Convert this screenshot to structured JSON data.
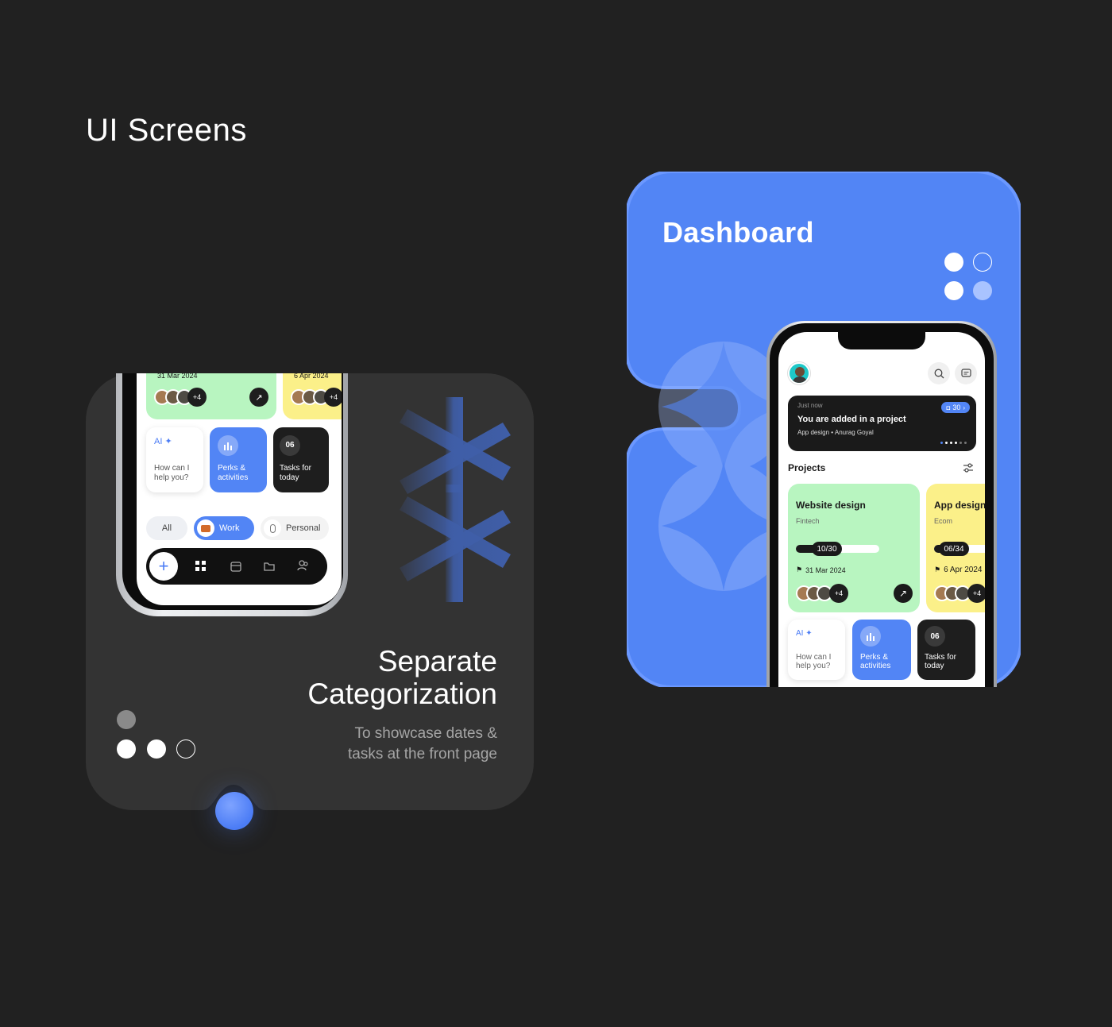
{
  "page": {
    "title": "UI Screens"
  },
  "left_card": {
    "title": "Separate Categorization",
    "title_line1": "Separate",
    "title_line2": "Categorization",
    "subtitle_line1": "To showcase dates &",
    "subtitle_line2": "tasks at the front page",
    "phone": {
      "project_dates": [
        "31 Mar 2024",
        "6 Apr 2024"
      ],
      "extra_members": "+4",
      "tiles": {
        "ai_label": "AI",
        "ai_text_1": "How can I",
        "ai_text_2": "help you?",
        "perks_1": "Perks &",
        "perks_2": "activities",
        "tasks_count": "06",
        "tasks_1": "Tasks for",
        "tasks_2": "today"
      },
      "chips": {
        "all": "All",
        "work": "Work",
        "personal": "Personal"
      },
      "nav_icons": [
        "plus-icon",
        "dashboard-icon",
        "calendar-icon",
        "folder-icon",
        "people-icon"
      ]
    }
  },
  "right_card": {
    "title": "Dashboard",
    "phone": {
      "notification": {
        "time": "Just now",
        "message": "You are added in a project",
        "meta_1": "App design",
        "meta_2": "Anurag Goyal",
        "badge": "30"
      },
      "projects_label": "Projects",
      "projects": [
        {
          "name": "Website design",
          "category": "Fintech",
          "progress": "10/30",
          "progress_fraction": 0.33,
          "date": "31 Mar 2024",
          "extra": "+4",
          "color": "#b8f5c0"
        },
        {
          "name": "App design",
          "category": "Ecom",
          "progress": "06/34",
          "progress_fraction": 0.18,
          "date": "6 Apr 2024",
          "extra": "+4",
          "color": "#fbf089"
        }
      ],
      "tiles": {
        "ai_label": "AI",
        "ai_text_1": "How can I",
        "ai_text_2": "help you?",
        "perks_1": "Perks &",
        "perks_2": "activities",
        "tasks_count": "06",
        "tasks_1": "Tasks for",
        "tasks_2": "today"
      }
    }
  },
  "colors": {
    "background": "#212121",
    "card_dark": "#333333",
    "accent_blue": "#5285f5",
    "green_card": "#b8f5c0",
    "yellow_card": "#fbf089"
  }
}
